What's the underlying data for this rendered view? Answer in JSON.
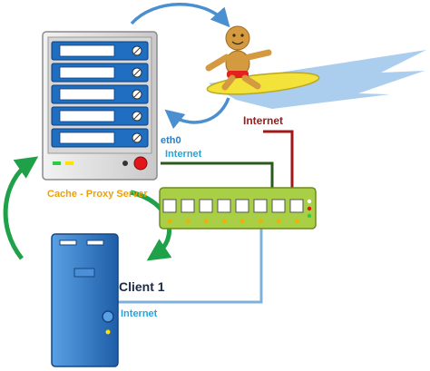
{
  "labels": {
    "cache_proxy_server": "Cache - Proxy Server",
    "eth0": "eth0",
    "internet_eth0": "Internet",
    "internet_red": "Internet",
    "client1": "Client 1",
    "internet_client": "Internet"
  },
  "colors": {
    "label_orange": "#f0a000",
    "eth_blue": "#2f7fc1",
    "internet_blue": "#29a3d8",
    "internet_red": "#9b1b1b",
    "server_body": "#e6e6e6",
    "drive_blue": "#1f6ec2",
    "switch_green": "#a8cf45",
    "client_blue": "#2a6db8",
    "arrow_blue": "#4a8fd0",
    "arrow_green": "#1fa14a",
    "cable_dark_green": "#2c5a1e",
    "cable_light_blue": "#7fb0dc",
    "cable_red": "#a01818",
    "wave_blue": "#9cc6ec",
    "surfboard_yellow": "#f2e23a"
  },
  "icons": [
    "server-icon",
    "surfer-icon",
    "switch-icon",
    "client-tower-icon",
    "lock-icon",
    "arrow-icon"
  ]
}
